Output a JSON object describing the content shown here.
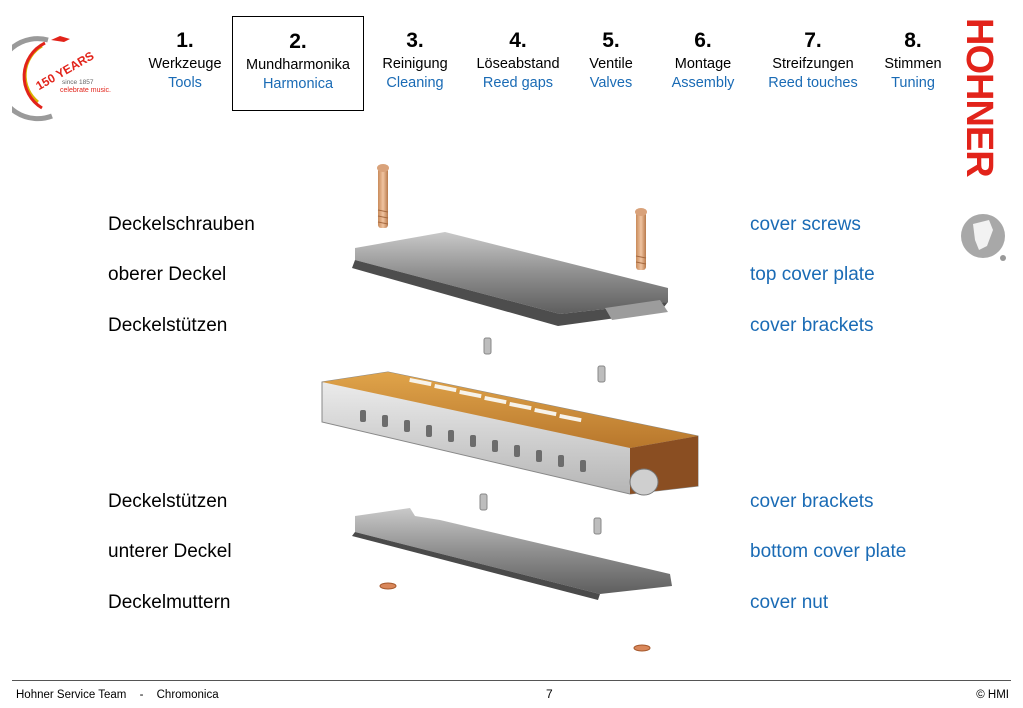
{
  "logo": {
    "big_text": "150 YEARS",
    "since": "since 1857",
    "slogan": "celebrate music."
  },
  "nav": [
    {
      "num": "1.",
      "de": "Werkzeuge",
      "en": "Tools",
      "active": false
    },
    {
      "num": "2.",
      "de": "Mundharmonika",
      "en": "Harmonica",
      "active": true
    },
    {
      "num": "3.",
      "de": "Reinigung",
      "en": "Cleaning",
      "active": false
    },
    {
      "num": "4.",
      "de": "Löseabstand",
      "en": "Reed gaps",
      "active": false
    },
    {
      "num": "5.",
      "de": "Ventile",
      "en": "Valves",
      "active": false
    },
    {
      "num": "6.",
      "de": "Montage",
      "en": "Assembly",
      "active": false
    },
    {
      "num": "7.",
      "de": "Streifzungen",
      "en": "Reed touches",
      "active": false
    },
    {
      "num": "8.",
      "de": "Stimmen",
      "en": "Tuning",
      "active": false
    }
  ],
  "brand": {
    "name": "HOHNER"
  },
  "parts": [
    {
      "de": "Deckelschrauben",
      "en": "cover screws"
    },
    {
      "de": "oberer Deckel",
      "en": "top cover plate"
    },
    {
      "de": "Deckelstützen",
      "en": "cover brackets"
    },
    {
      "de": "Deckelstützen",
      "en": "cover brackets"
    },
    {
      "de": "unterer Deckel",
      "en": "bottom cover plate"
    },
    {
      "de": "Deckelmuttern",
      "en": "cover nut"
    }
  ],
  "footer": {
    "team": "Hohner Service Team",
    "sep": "-",
    "product": "Chromonica",
    "page": "7",
    "copyright": "© HMI"
  },
  "colors": {
    "accent_blue": "#1a6bb5",
    "brand_red": "#e2231a"
  }
}
